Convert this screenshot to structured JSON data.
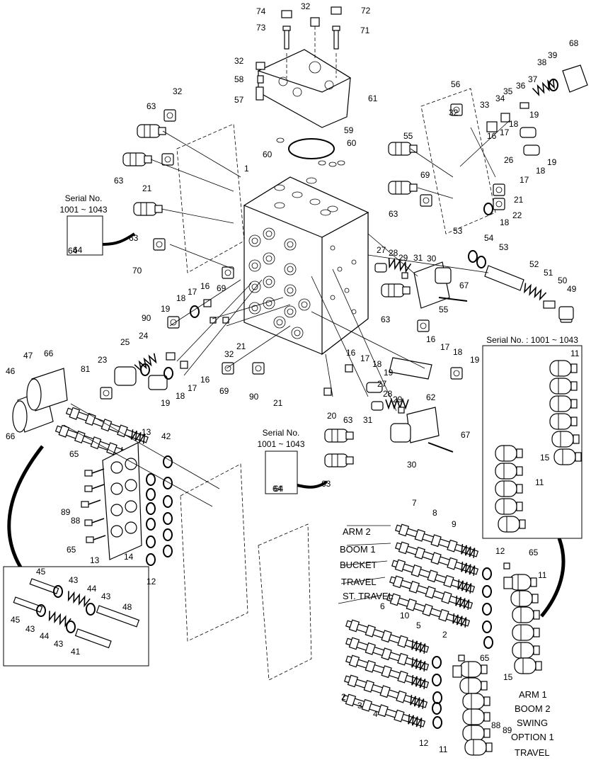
{
  "part_numbers": [
    "1",
    "2",
    "3",
    "4",
    "5",
    "6",
    "7",
    "8",
    "9",
    "10",
    "11",
    "12",
    "13",
    "14",
    "15",
    "16",
    "17",
    "18",
    "19",
    "20",
    "21",
    "22",
    "23",
    "24",
    "25",
    "26",
    "27",
    "28",
    "29",
    "30",
    "31",
    "32",
    "33",
    "34",
    "35",
    "36",
    "37",
    "38",
    "39",
    "41",
    "42",
    "43",
    "44",
    "45",
    "46",
    "47",
    "48",
    "49",
    "50",
    "51",
    "52",
    "53",
    "54",
    "55",
    "56",
    "57",
    "58",
    "59",
    "60",
    "61",
    "62",
    "63",
    "64",
    "65",
    "66",
    "67",
    "68",
    "69",
    "70",
    "71",
    "72",
    "73",
    "74",
    "81",
    "88",
    "89",
    "90"
  ],
  "serial_boxes": {
    "left": {
      "title": "Serial No.",
      "range": "1001 ~ 1043",
      "part": "64"
    },
    "bottom": {
      "title": "Serial No.",
      "range": "1001 ~ 1043",
      "part": "64"
    },
    "right": {
      "title": "Serial No. : 1001 ~ 1043",
      "parts": [
        "11",
        "15",
        "11"
      ]
    }
  },
  "spool_labels_upper": [
    "ARM 2",
    "BOOM 1",
    "BUCKET",
    "TRAVEL",
    "ST. TRAVEL"
  ],
  "spool_labels_lower": [
    "ARM 1",
    "BOOM 2",
    "SWING",
    "OPTION 1",
    "TRAVEL"
  ]
}
